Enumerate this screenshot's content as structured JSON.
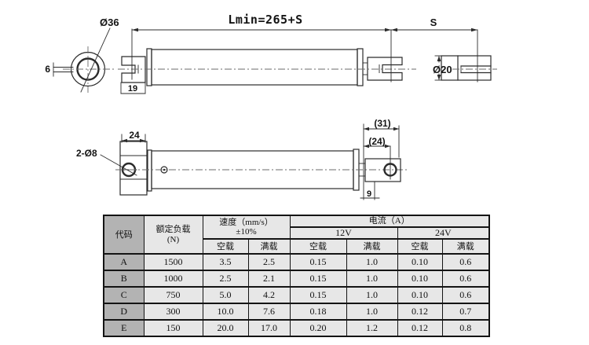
{
  "top_view": {
    "length_label": "Lmin=265+S",
    "stroke_label": "S",
    "front_diameter_label": "Ø36",
    "flat_label": "6",
    "clevis_width_label": "19",
    "rod_end_diameter_label": "Ø20"
  },
  "side_view": {
    "block_width_label": "24",
    "holes_label": "2-Ø8",
    "ext_len_label": "(31)",
    "pin_len_label": "(24)",
    "offset_label": "9"
  },
  "table": {
    "header": {
      "code": "代码",
      "load1": "额定负载",
      "load2": "(N)",
      "speed1": "速度（mm/s）",
      "speed2": "±10%",
      "current": "电流（A）",
      "v12": "12V",
      "v24": "24V",
      "noload": "空载",
      "fullload": "满载"
    },
    "rows": [
      {
        "code": "A",
        "load": "1500",
        "speed_noload": "3.5",
        "speed_full": "2.5",
        "i12_noload": "0.15",
        "i12_full": "1.0",
        "i24_noload": "0.10",
        "i24_full": "0.6"
      },
      {
        "code": "B",
        "load": "1000",
        "speed_noload": "2.5",
        "speed_full": "2.1",
        "i12_noload": "0.15",
        "i12_full": "1.0",
        "i24_noload": "0.10",
        "i24_full": "0.6"
      },
      {
        "code": "C",
        "load": "750",
        "speed_noload": "5.0",
        "speed_full": "4.2",
        "i12_noload": "0.15",
        "i12_full": "1.0",
        "i24_noload": "0.10",
        "i24_full": "0.6"
      },
      {
        "code": "D",
        "load": "300",
        "speed_noload": "10.0",
        "speed_full": "7.6",
        "i12_noload": "0.18",
        "i12_full": "1.0",
        "i24_noload": "0.12",
        "i24_full": "0.7"
      },
      {
        "code": "E",
        "load": "150",
        "speed_noload": "20.0",
        "speed_full": "17.0",
        "i12_noload": "0.20",
        "i12_full": "1.2",
        "i24_noload": "0.12",
        "i24_full": "0.8"
      }
    ]
  },
  "colors": {
    "line": "#2b2b2b",
    "code_column_bg": "#b3b3b3",
    "cell_bg": "#e7e7e7",
    "border": "#141414"
  }
}
